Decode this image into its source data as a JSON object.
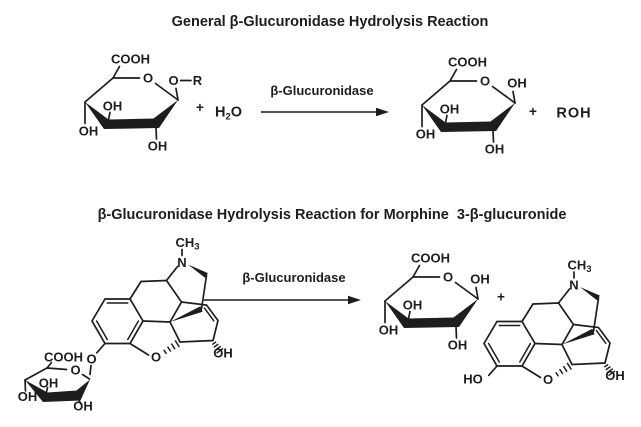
{
  "titles": {
    "general": "General β-Glucuronidase Hydrolysis Reaction",
    "morphine": "β-Glucuronidase Hydrolysis Reaction for Morphine  3-β-glucuronide"
  },
  "enzyme": "β-Glucuronidase",
  "labels": {
    "cooh": "COOH",
    "ring_o": "O",
    "oh": "OH",
    "ho": "HO",
    "o": "O",
    "r": "R",
    "plus": "+",
    "n": "N",
    "ch": "CH",
    "sub3": "3",
    "h": "H",
    "sub2": "2",
    "water_o": "O",
    "roh": "ROH"
  }
}
